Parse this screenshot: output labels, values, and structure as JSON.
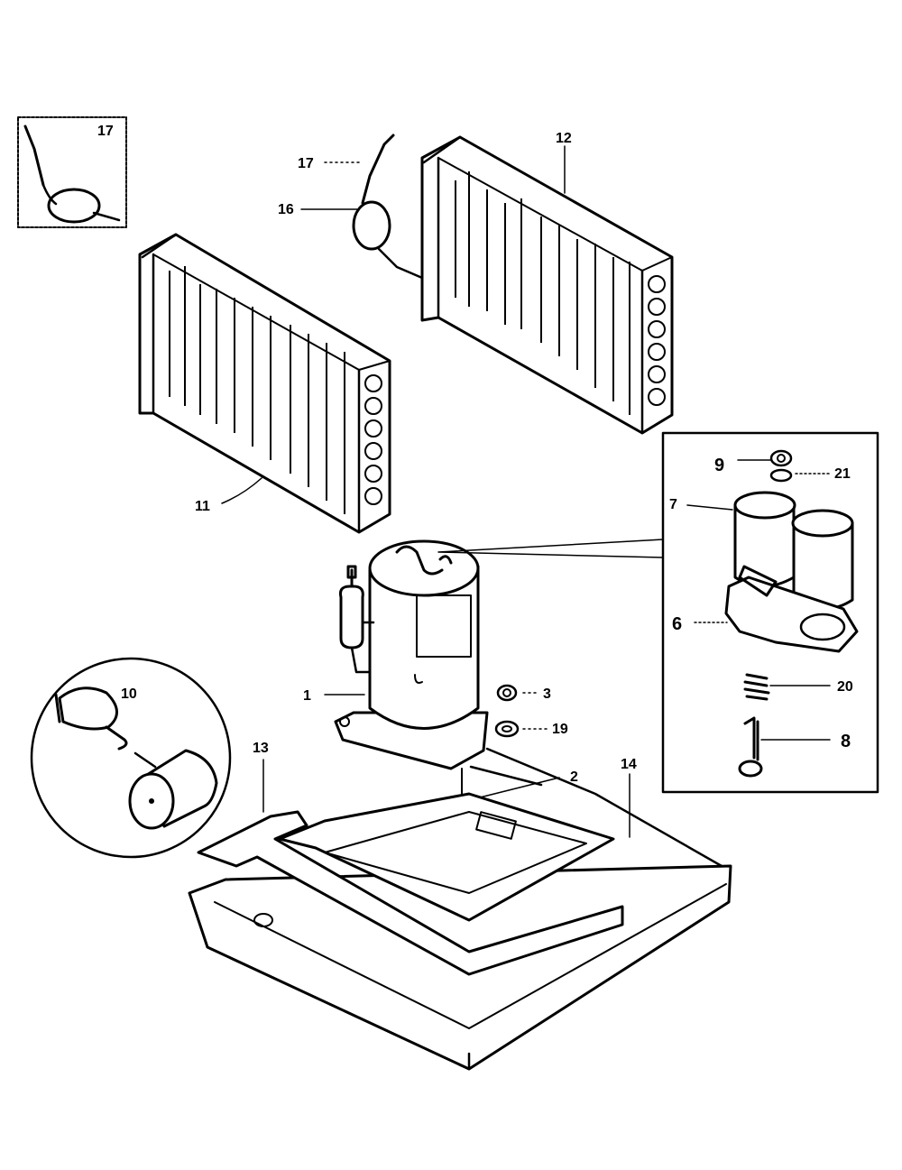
{
  "diagram": {
    "labels": {
      "p1": "1",
      "p2": "2",
      "p3": "3",
      "p6": "6",
      "p7": "7",
      "p8": "8",
      "p9": "9",
      "p10": "10",
      "p11": "11",
      "p12": "12",
      "p13": "13",
      "p14": "14",
      "p16": "16",
      "p17_inset": "17",
      "p17": "17",
      "p19": "19",
      "p20": "20",
      "p21": "21"
    }
  }
}
